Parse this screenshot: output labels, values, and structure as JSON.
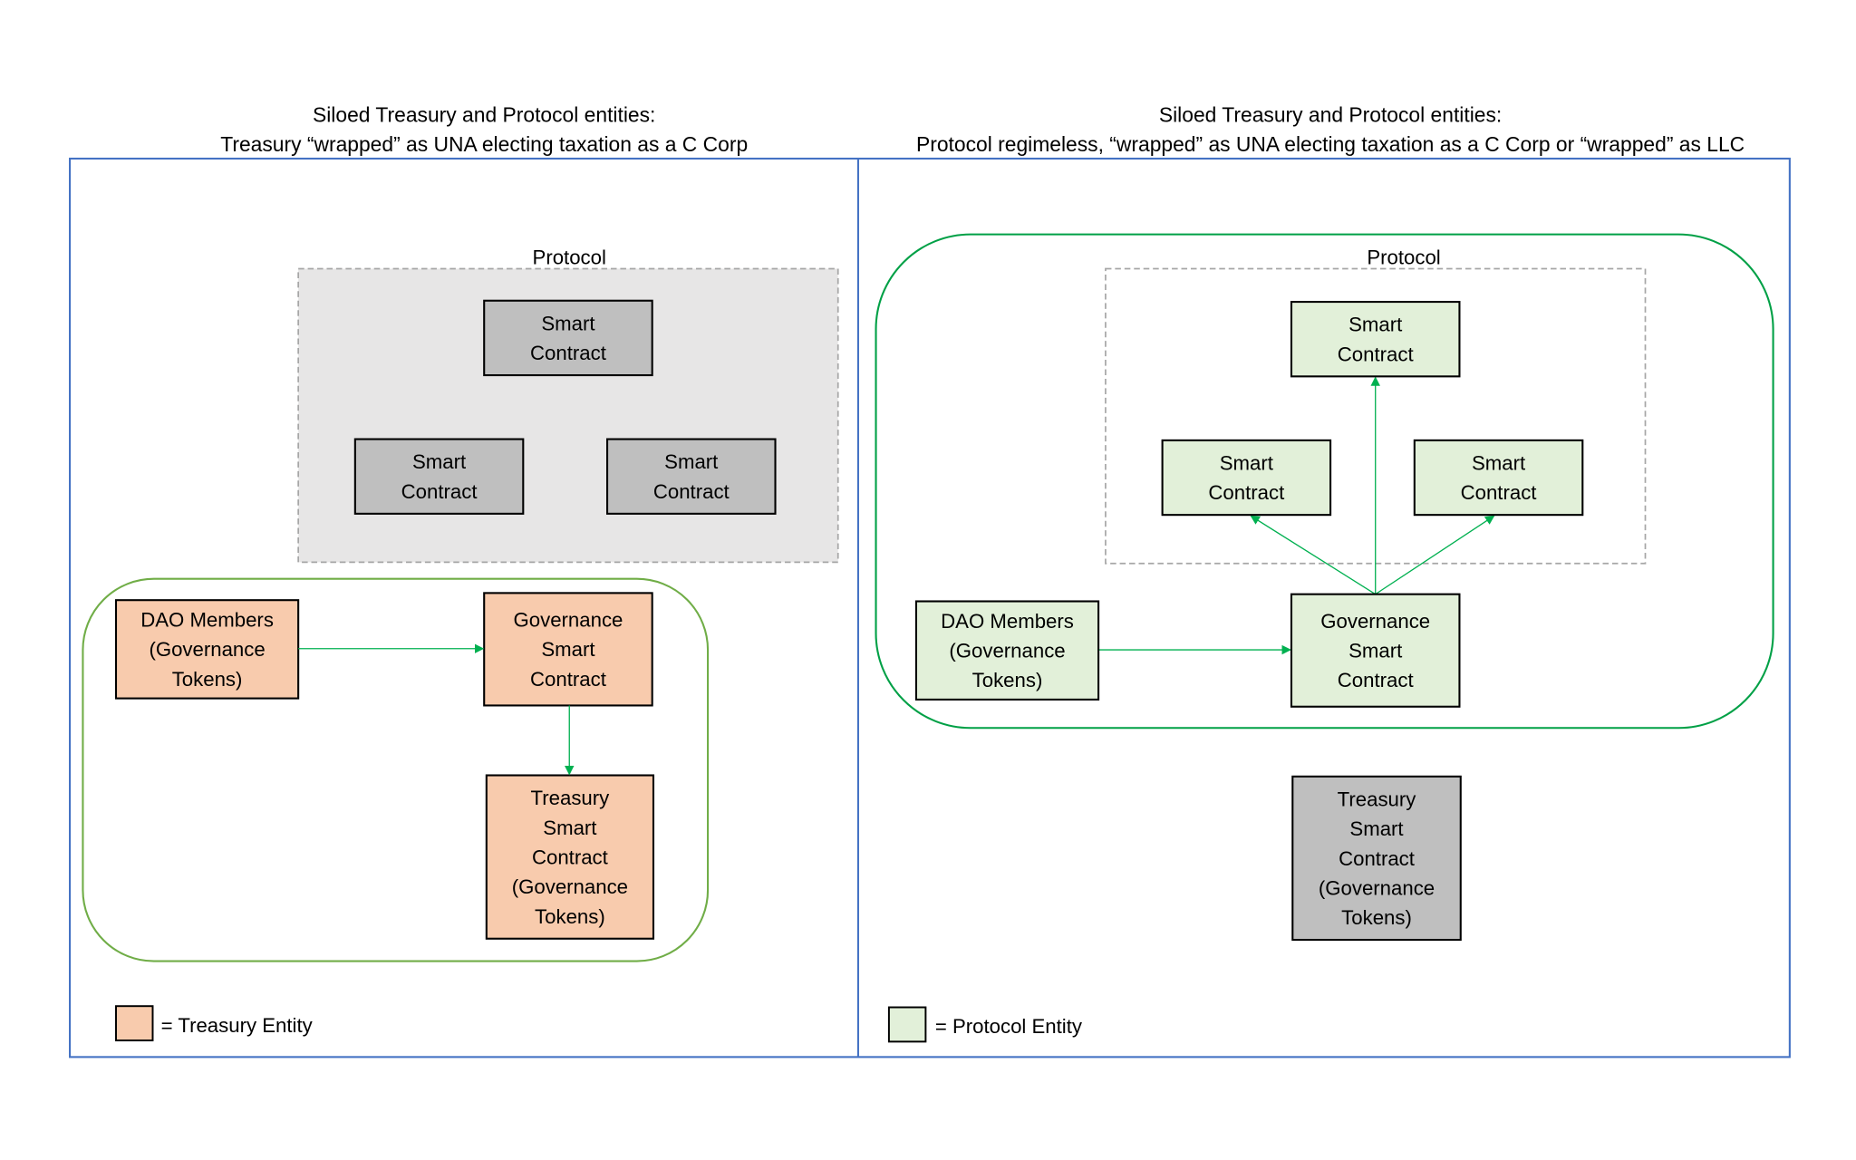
{
  "left_panel": {
    "title_lines": [
      "Siloed Treasury and Protocol entities:",
      "Treasury “wrapped” as UNA electing taxation as a C Corp"
    ],
    "protocol_label": "Protocol",
    "smart_contract_top": [
      "Smart",
      "Contract"
    ],
    "smart_contract_left": [
      "Smart",
      "Contract"
    ],
    "smart_contract_right": [
      "Smart",
      "Contract"
    ],
    "dao_members": [
      "DAO Members",
      "(Governance",
      "Tokens)"
    ],
    "governance_contract": [
      "Governance",
      "Smart",
      "Contract"
    ],
    "treasury_contract": [
      "Treasury",
      "Smart",
      "Contract",
      "(Governance",
      "Tokens)"
    ],
    "legend": "= Treasury Entity"
  },
  "right_panel": {
    "title_lines": [
      "Siloed Treasury and Protocol entities:",
      "Protocol regimeless, “wrapped” as UNA electing taxation as a C Corp or “wrapped” as  LLC"
    ],
    "protocol_label": "Protocol",
    "smart_contract_top": [
      "Smart",
      "Contract"
    ],
    "smart_contract_left": [
      "Smart",
      "Contract"
    ],
    "smart_contract_right": [
      "Smart",
      "Contract"
    ],
    "dao_members": [
      "DAO Members",
      "(Governance",
      "Tokens)"
    ],
    "governance_contract": [
      "Governance",
      "Smart",
      "Contract"
    ],
    "treasury_contract": [
      "Treasury",
      "Smart",
      "Contract",
      "(Governance",
      "Tokens)"
    ],
    "legend": "= Protocol Entity"
  },
  "colors": {
    "treasury_entity": "#f8cbad",
    "protocol_entity": "#e2f0d9",
    "neutral_contract": "#bfbfbf",
    "protocol_area": "#e7e6e6",
    "frame": "#4472c4",
    "wrapper_left": "#70ad47",
    "wrapper_right": "#00a046",
    "arrow": "#00b050"
  }
}
